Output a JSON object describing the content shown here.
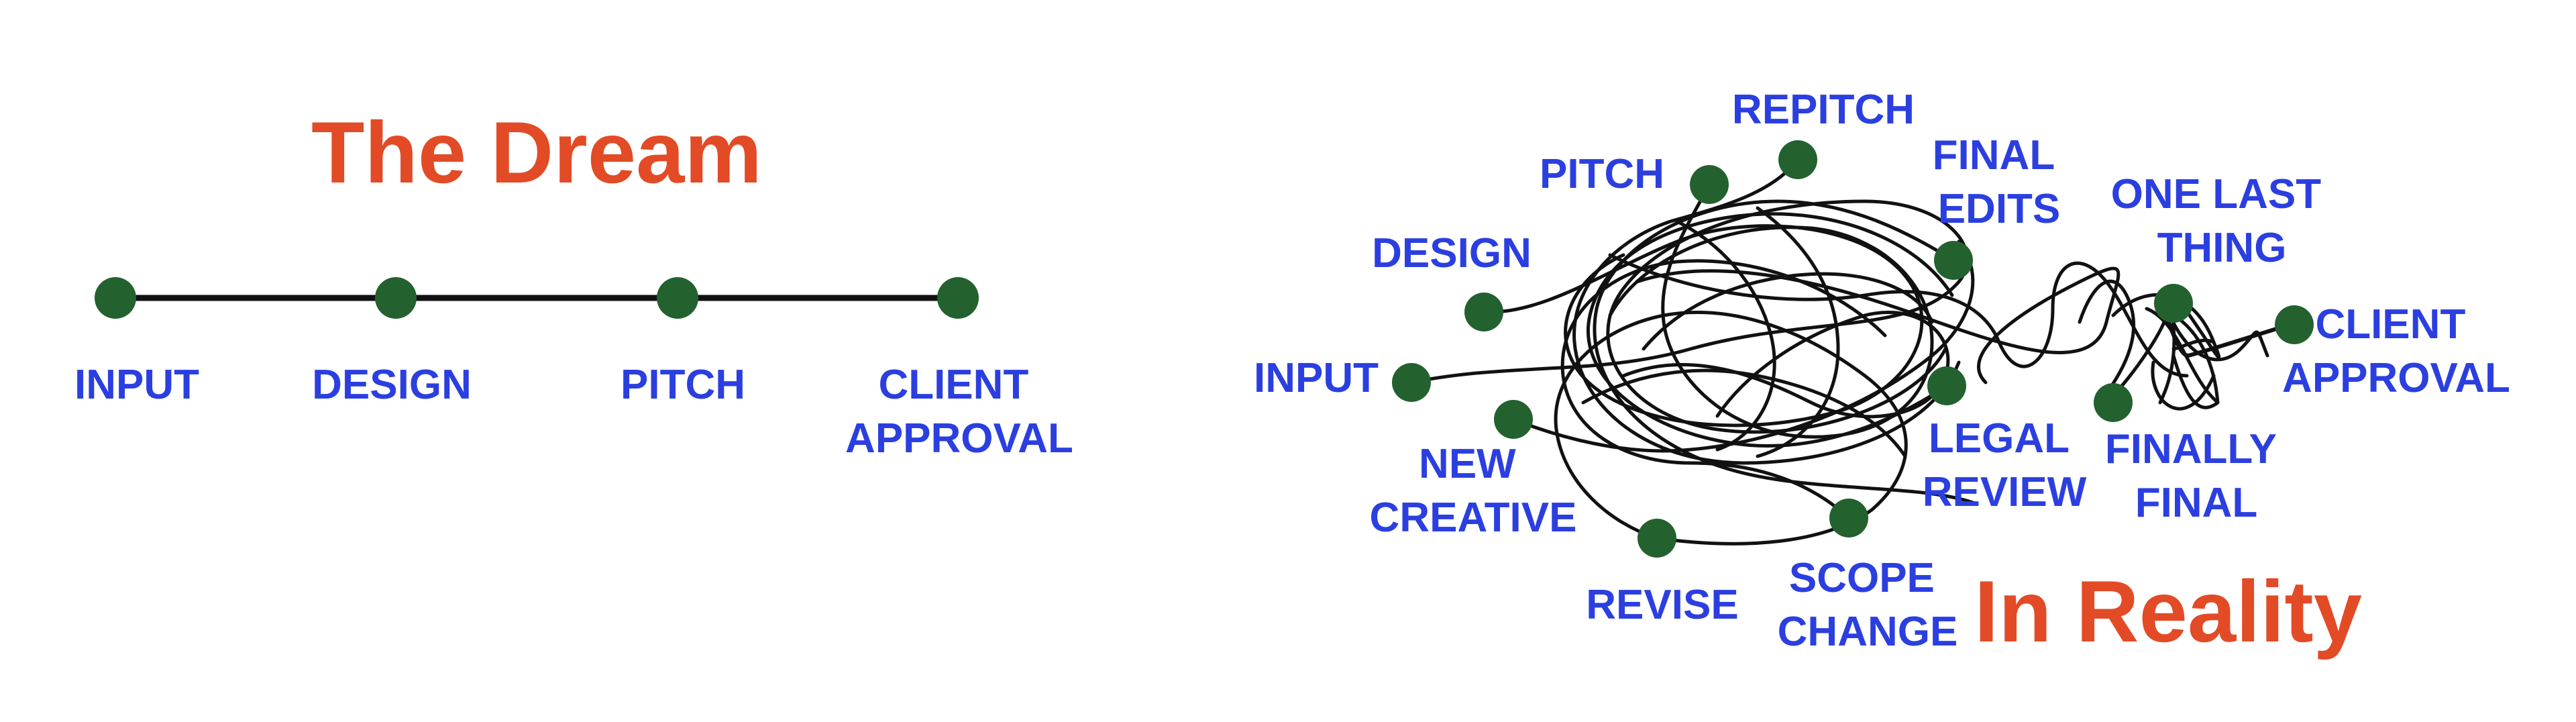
{
  "colors": {
    "title": "#e24b26",
    "label": "#2b3fe0",
    "node": "#23612f",
    "line": "#111111",
    "background": "#ffffff"
  },
  "dream": {
    "title": "The Dream",
    "steps": [
      {
        "lines": [
          "INPUT"
        ]
      },
      {
        "lines": [
          "DESIGN"
        ]
      },
      {
        "lines": [
          "PITCH"
        ]
      },
      {
        "lines": [
          "CLIENT",
          "APPROVAL"
        ]
      }
    ]
  },
  "reality": {
    "title": "In Reality",
    "nodes": [
      {
        "id": "input",
        "lines": [
          "INPUT"
        ]
      },
      {
        "id": "design",
        "lines": [
          "DESIGN"
        ]
      },
      {
        "id": "pitch",
        "lines": [
          "PITCH"
        ]
      },
      {
        "id": "repitch",
        "lines": [
          "REPITCH"
        ]
      },
      {
        "id": "final-edits",
        "lines": [
          "FINAL",
          "EDITS"
        ]
      },
      {
        "id": "one-last-thing",
        "lines": [
          "ONE LAST",
          "THING"
        ]
      },
      {
        "id": "client-approval",
        "lines": [
          "CLIENT",
          "APPROVAL"
        ]
      },
      {
        "id": "legal-review",
        "lines": [
          "LEGAL",
          "REVIEW"
        ]
      },
      {
        "id": "finally-final",
        "lines": [
          "FINALLY",
          "FINAL"
        ]
      },
      {
        "id": "new-creative",
        "lines": [
          "NEW",
          "CREATIVE"
        ]
      },
      {
        "id": "revise",
        "lines": [
          "REVISE"
        ]
      },
      {
        "id": "scope-change",
        "lines": [
          "SCOPE",
          "CHANGE"
        ]
      }
    ]
  }
}
